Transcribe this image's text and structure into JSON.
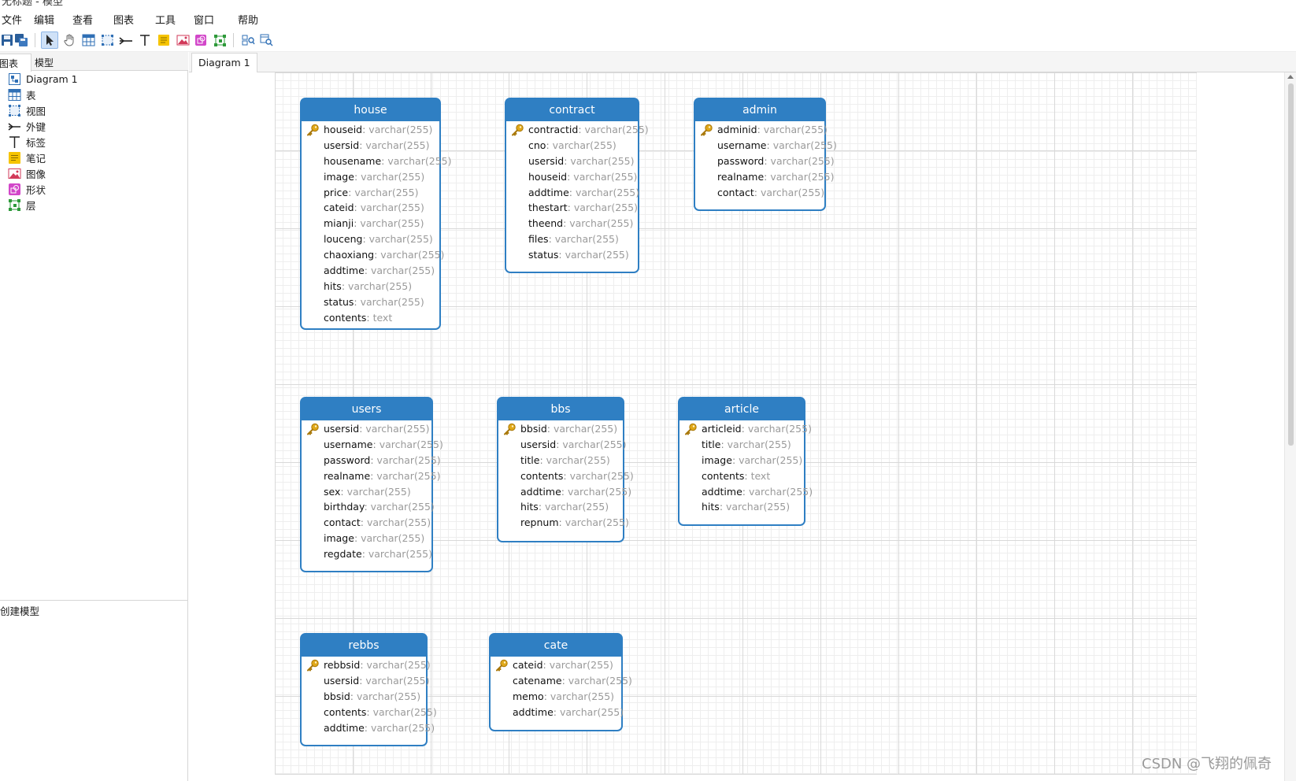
{
  "window": {
    "title": "无标题 - 模型"
  },
  "menu": [
    "文件",
    "编辑",
    "查看",
    "图表",
    "工具",
    "窗口",
    "帮助"
  ],
  "toolbar": {
    "buttons": [
      "save-icon",
      "save-as-icon",
      "pointer-icon",
      "hand-icon",
      "table-icon",
      "view-icon",
      "foreign-key-icon",
      "label-icon",
      "note-icon",
      "image-icon",
      "shape-icon",
      "layer-icon",
      "zoom-fit-icon",
      "zoom-icon"
    ],
    "active": "pointer-icon"
  },
  "left_panel": {
    "tabs": [
      "图表",
      "模型"
    ],
    "active_tab": "图表",
    "tree": [
      {
        "label": "Diagram 1",
        "icon": "diagram-icon"
      },
      {
        "label": "表",
        "icon": "table-icon"
      },
      {
        "label": "视图",
        "icon": "view-icon"
      },
      {
        "label": "外键",
        "icon": "foreign-key-icon"
      },
      {
        "label": "标签",
        "icon": "label-icon"
      },
      {
        "label": "笔记",
        "icon": "note-icon"
      },
      {
        "label": "图像",
        "icon": "image-icon"
      },
      {
        "label": "形状",
        "icon": "shape-icon"
      },
      {
        "label": "层",
        "icon": "layer-icon"
      }
    ],
    "status": "创建模型"
  },
  "document_tab": "Diagram 1",
  "colors": {
    "entity_header": "#2f7fc3",
    "entity_border": "#2f7fc3",
    "type_text": "#9a9a9a",
    "key_icon": "#e0a81a"
  },
  "entities": [
    {
      "name": "house",
      "fields": [
        {
          "name": "houseid",
          "type": "varchar(255)",
          "pk": true
        },
        {
          "name": "usersid",
          "type": "varchar(255)"
        },
        {
          "name": "housename",
          "type": "varchar(255)"
        },
        {
          "name": "image",
          "type": "varchar(255)"
        },
        {
          "name": "price",
          "type": "varchar(255)"
        },
        {
          "name": "cateid",
          "type": "varchar(255)"
        },
        {
          "name": "mianji",
          "type": "varchar(255)"
        },
        {
          "name": "louceng",
          "type": "varchar(255)"
        },
        {
          "name": "chaoxiang",
          "type": "varchar(255)"
        },
        {
          "name": "addtime",
          "type": "varchar(255)"
        },
        {
          "name": "hits",
          "type": "varchar(255)"
        },
        {
          "name": "status",
          "type": "varchar(255)"
        },
        {
          "name": "contents",
          "type": "text"
        }
      ]
    },
    {
      "name": "contract",
      "fields": [
        {
          "name": "contractid",
          "type": "varchar(255)",
          "pk": true
        },
        {
          "name": "cno",
          "type": "varchar(255)"
        },
        {
          "name": "usersid",
          "type": "varchar(255)"
        },
        {
          "name": "houseid",
          "type": "varchar(255)"
        },
        {
          "name": "addtime",
          "type": "varchar(255)"
        },
        {
          "name": "thestart",
          "type": "varchar(255)"
        },
        {
          "name": "theend",
          "type": "varchar(255)"
        },
        {
          "name": "files",
          "type": "varchar(255)"
        },
        {
          "name": "status",
          "type": "varchar(255)"
        }
      ]
    },
    {
      "name": "admin",
      "fields": [
        {
          "name": "adminid",
          "type": "varchar(255)",
          "pk": true
        },
        {
          "name": "username",
          "type": "varchar(255)"
        },
        {
          "name": "password",
          "type": "varchar(255)"
        },
        {
          "name": "realname",
          "type": "varchar(255)"
        },
        {
          "name": "contact",
          "type": "varchar(255)"
        }
      ]
    },
    {
      "name": "users",
      "fields": [
        {
          "name": "usersid",
          "type": "varchar(255)",
          "pk": true
        },
        {
          "name": "username",
          "type": "varchar(255)"
        },
        {
          "name": "password",
          "type": "varchar(255)"
        },
        {
          "name": "realname",
          "type": "varchar(255)"
        },
        {
          "name": "sex",
          "type": "varchar(255)"
        },
        {
          "name": "birthday",
          "type": "varchar(255)"
        },
        {
          "name": "contact",
          "type": "varchar(255)"
        },
        {
          "name": "image",
          "type": "varchar(255)"
        },
        {
          "name": "regdate",
          "type": "varchar(255)"
        }
      ]
    },
    {
      "name": "bbs",
      "fields": [
        {
          "name": "bbsid",
          "type": "varchar(255)",
          "pk": true
        },
        {
          "name": "usersid",
          "type": "varchar(255)"
        },
        {
          "name": "title",
          "type": "varchar(255)"
        },
        {
          "name": "contents",
          "type": "varchar(255)"
        },
        {
          "name": "addtime",
          "type": "varchar(255)"
        },
        {
          "name": "hits",
          "type": "varchar(255)"
        },
        {
          "name": "repnum",
          "type": "varchar(255)"
        }
      ]
    },
    {
      "name": "article",
      "fields": [
        {
          "name": "articleid",
          "type": "varchar(255)",
          "pk": true
        },
        {
          "name": "title",
          "type": "varchar(255)"
        },
        {
          "name": "image",
          "type": "varchar(255)"
        },
        {
          "name": "contents",
          "type": "text"
        },
        {
          "name": "addtime",
          "type": "varchar(255)"
        },
        {
          "name": "hits",
          "type": "varchar(255)"
        }
      ]
    },
    {
      "name": "rebbs",
      "fields": [
        {
          "name": "rebbsid",
          "type": "varchar(255)",
          "pk": true
        },
        {
          "name": "usersid",
          "type": "varchar(255)"
        },
        {
          "name": "bbsid",
          "type": "varchar(255)"
        },
        {
          "name": "contents",
          "type": "varchar(255)"
        },
        {
          "name": "addtime",
          "type": "varchar(255)"
        }
      ]
    },
    {
      "name": "cate",
      "fields": [
        {
          "name": "cateid",
          "type": "varchar(255)",
          "pk": true
        },
        {
          "name": "catename",
          "type": "varchar(255)"
        },
        {
          "name": "memo",
          "type": "varchar(255)"
        },
        {
          "name": "addtime",
          "type": "varchar(255)"
        }
      ]
    }
  ],
  "watermark": "CSDN @飞翔的佩奇"
}
